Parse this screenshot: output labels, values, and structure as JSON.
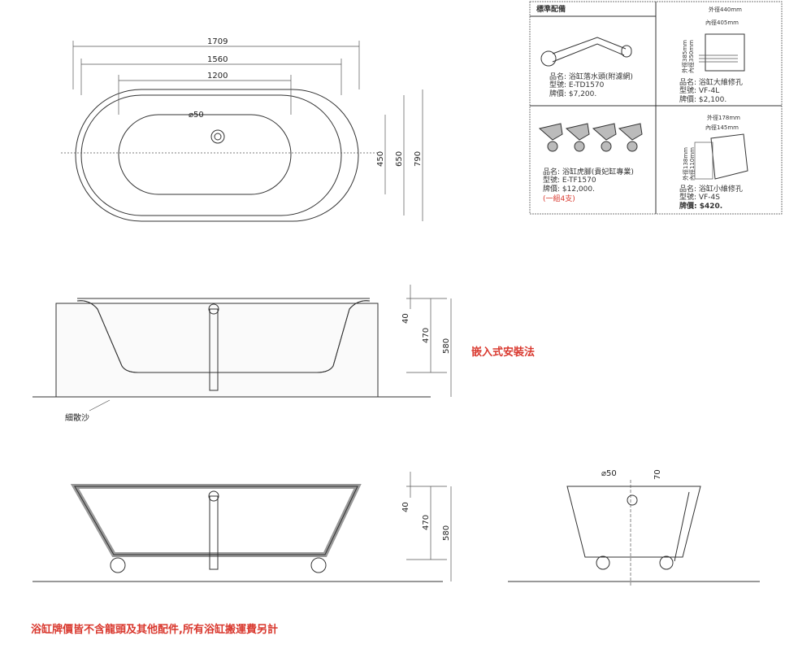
{
  "top_view": {
    "dim_outer": "1709",
    "dim_mid": "1560",
    "dim_inner": "1200",
    "drain": "⌀50",
    "dim_h_inner": "450",
    "dim_h_mid": "650",
    "dim_h_outer": "790"
  },
  "built_in_view": {
    "dim_rim": "40",
    "dim_depth": "470",
    "dim_total": "580",
    "title": "嵌入式安裝法",
    "sand_label": "細散沙"
  },
  "freestanding_view": {
    "dim_rim": "40",
    "dim_depth": "470",
    "dim_total": "580"
  },
  "end_view": {
    "drain": "⌀50",
    "dim_rim": "70"
  },
  "footer_note": "浴缸牌價皆不含龍頭及其他配件,所有浴缸搬運費另計",
  "accessories": {
    "header": "標準配備",
    "items": [
      {
        "name": "品名: 浴缸落水頭(附濾網)",
        "model": "型號: E-TD1570",
        "price": "牌價: $7,200."
      },
      {
        "name": "品名: 浴缸大維修孔",
        "model": "型號: VF-4L",
        "price": "牌價: $2,100.",
        "outer_w": "外徑440mm",
        "inner_w": "內徑405mm",
        "outer_h": "外徑385mm",
        "inner_h": "內徑350mm"
      },
      {
        "name": "品名: 浴缸虎腳(貴妃缸專業)",
        "model": "型號: E-TF1570",
        "price": "牌價: $12,000.",
        "note": "(一組4支)"
      },
      {
        "name": "品名: 浴缸小維修孔",
        "model": "型號: VF-4S",
        "price": "牌價: $420.",
        "outer_w": "外徑178mm",
        "inner_w": "內徑145mm",
        "outer_h": "外徑138mm",
        "inner_h": "內徑110mm"
      }
    ]
  }
}
